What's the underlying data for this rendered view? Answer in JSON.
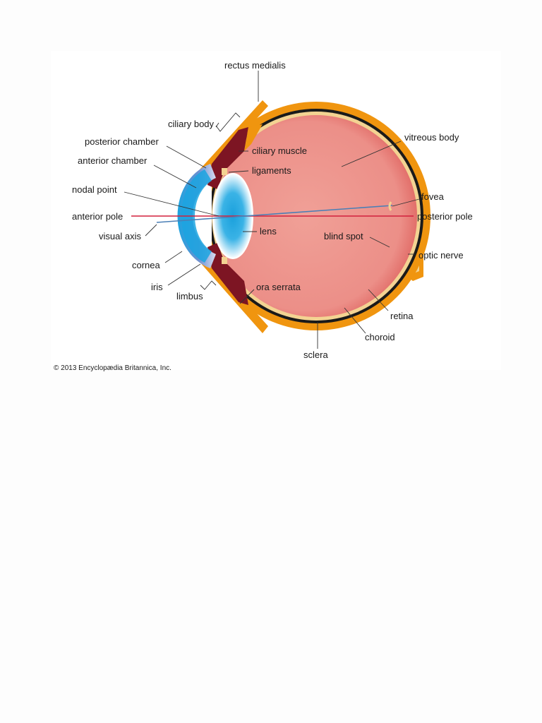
{
  "diagram": {
    "labels": {
      "rectus_medialis": "rectus medialis",
      "ciliary_body": "ciliary body",
      "posterior_chamber": "posterior chamber",
      "anterior_chamber": "anterior chamber",
      "nodal_point": "nodal point",
      "anterior_pole": "anterior pole",
      "visual_axis": "visual axis",
      "cornea": "cornea",
      "iris": "iris",
      "limbus": "limbus",
      "ciliary_muscle": "ciliary muscle",
      "ligaments": "ligaments",
      "lens": "lens",
      "ora_serrata": "ora serrata",
      "vitreous_body": "vitreous body",
      "fovea": "fovea",
      "posterior_pole": "posterior pole",
      "blind_spot": "blind spot",
      "optic_nerve": "optic nerve",
      "retina": "retina",
      "choroid": "choroid",
      "sclera": "sclera"
    },
    "copyright": "© 2013 Encyclopædia Britannica, Inc.",
    "colors": {
      "sclera": "#f0950f",
      "choroid": "#1a1a1a",
      "retina_band": "#f3d392",
      "vitreous": "#ec8f88",
      "vitreous_edge": "#e26f6a",
      "ciliary": "#7d1523",
      "cornea": "#1ba4e0",
      "lens_core": "#1aa0dc",
      "axis_red": "#d2203d",
      "axis_blue": "#4a7fb6",
      "optic_nerve": "#f3d392"
    }
  }
}
